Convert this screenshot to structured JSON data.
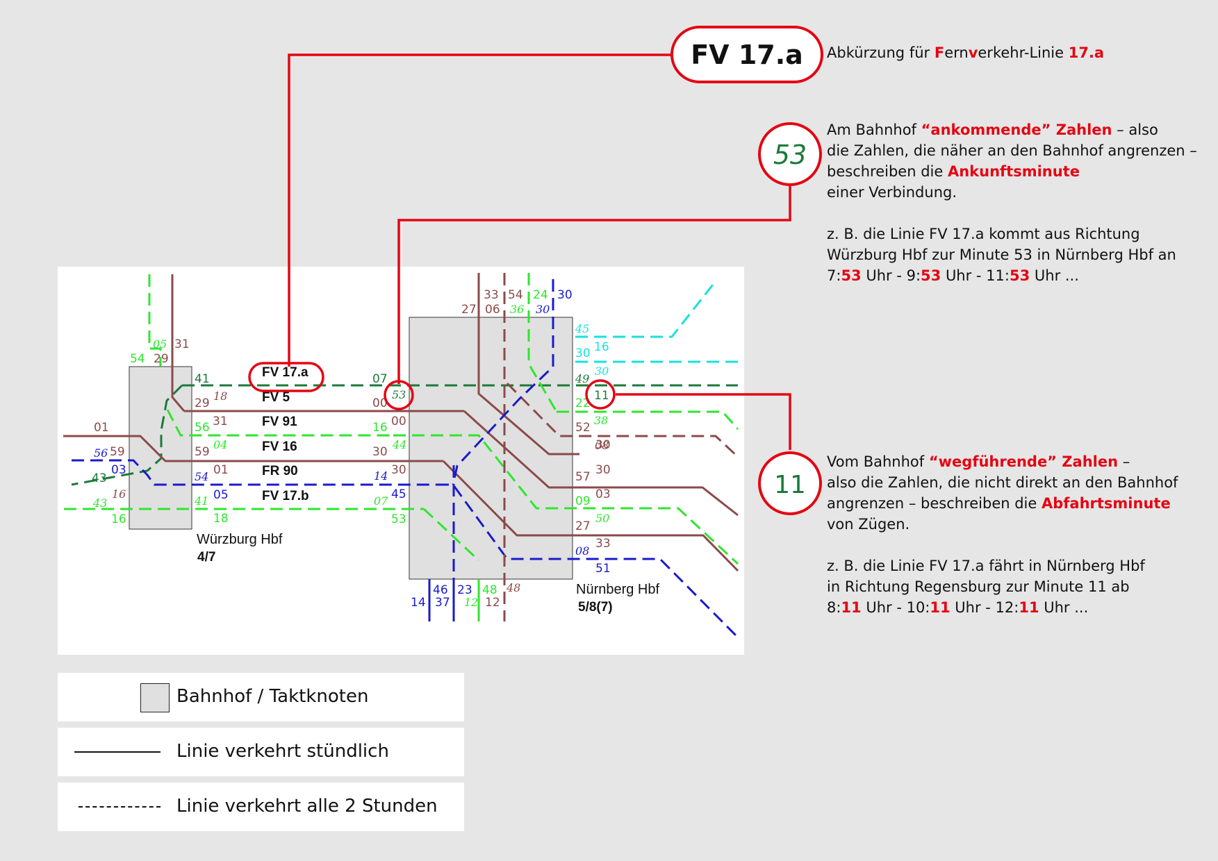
{
  "colors": {
    "brown": "#8b4a4a",
    "green": "#2ee62e",
    "dark_green": "#1b7a3a",
    "blue": "#1a1acc",
    "cyan": "#1ae0e0",
    "red": "#e30613",
    "station_fill": "#e0e0e0"
  },
  "callouts": {
    "fv17a": {
      "badge": "FV 17.a",
      "text_parts": [
        "Abkürzung für ",
        "F",
        "ern",
        "v",
        "erkehr-Linie ",
        "17.a"
      ]
    },
    "arrival": {
      "badge": "53",
      "para1": [
        [
          "Am Bahnhof ",
          "“ankommende” Zahlen",
          " – also"
        ],
        [
          "die Zahlen, die näher an den Bahnhof angrenzen –"
        ],
        [
          "beschreiben die ",
          "Ankunftsminute"
        ],
        [
          "einer Verbindung."
        ]
      ],
      "para2": [
        [
          "z. B. die Linie FV 17.a kommt aus Richtung"
        ],
        [
          "Würzburg Hbf zur Minute 53 in Nürnberg Hbf an"
        ],
        [
          "7:",
          "53",
          " Uhr - 9:",
          "53",
          " Uhr - 11:",
          "53",
          " Uhr ..."
        ]
      ]
    },
    "departure": {
      "badge": "11",
      "para1": [
        [
          "Vom Bahnhof ",
          "“wegführende” Zahlen",
          " –"
        ],
        [
          "also die Zahlen, die nicht direkt an den Bahnhof"
        ],
        [
          "angrenzen – beschreiben die ",
          "Abfahrtsminute"
        ],
        [
          "von Zügen."
        ]
      ],
      "para2": [
        [
          "z. B. die Linie FV 17.a fährt in Nürnberg Hbf"
        ],
        [
          "in Richtung Regensburg zur Minute 11 ab"
        ],
        [
          "8:",
          "11",
          " Uhr - 10:",
          "11",
          " Uhr - 12:",
          "11",
          " Uhr ..."
        ]
      ]
    }
  },
  "diagram": {
    "stations": {
      "wuerzburg": {
        "name": "Würzburg Hbf",
        "code": "4/7"
      },
      "nuernberg": {
        "name": "Nürnberg Hbf",
        "code": "5/8(7)"
      }
    },
    "line_names": [
      "FV 17.a",
      "FV 5",
      "FV 91",
      "FV 16",
      "FR 90",
      "FV 17.b"
    ],
    "minutes": [
      {
        "t": "05",
        "c": "green",
        "i": true
      },
      {
        "t": "31",
        "c": "brown",
        "i": false
      },
      {
        "t": "54",
        "c": "green",
        "i": false
      },
      {
        "t": "29",
        "c": "brown",
        "i": false
      },
      {
        "t": "41",
        "c": "dark_green",
        "i": false
      },
      {
        "t": "29",
        "c": "brown",
        "i": false
      },
      {
        "t": "18",
        "c": "brown",
        "i": true
      },
      {
        "t": "56",
        "c": "green",
        "i": false
      },
      {
        "t": "31",
        "c": "brown",
        "i": false
      },
      {
        "t": "59",
        "c": "brown",
        "i": false
      },
      {
        "t": "04",
        "c": "green",
        "i": true
      },
      {
        "t": "54",
        "c": "blue",
        "i": true
      },
      {
        "t": "01",
        "c": "brown",
        "i": false
      },
      {
        "t": "41",
        "c": "green",
        "i": true
      },
      {
        "t": "05",
        "c": "blue",
        "i": false
      },
      {
        "t": "18",
        "c": "green",
        "i": false
      },
      {
        "t": "01",
        "c": "brown",
        "i": false
      },
      {
        "t": "59",
        "c": "brown",
        "i": false
      },
      {
        "t": "56",
        "c": "blue",
        "i": true
      },
      {
        "t": "03",
        "c": "blue",
        "i": false
      },
      {
        "t": "43",
        "c": "dark_green",
        "i": false
      },
      {
        "t": "16",
        "c": "brown",
        "i": true
      },
      {
        "t": "43",
        "c": "green",
        "i": true
      },
      {
        "t": "16",
        "c": "green",
        "i": false
      },
      {
        "t": "07",
        "c": "dark_green",
        "i": false
      },
      {
        "t": "00",
        "c": "brown",
        "i": false
      },
      {
        "t": "00",
        "c": "brown",
        "i": false
      },
      {
        "t": "16",
        "c": "green",
        "i": false
      },
      {
        "t": "44",
        "c": "green",
        "i": true
      },
      {
        "t": "30",
        "c": "brown",
        "i": false
      },
      {
        "t": "14",
        "c": "blue",
        "i": true
      },
      {
        "t": "30",
        "c": "brown",
        "i": false
      },
      {
        "t": "07",
        "c": "green",
        "i": true
      },
      {
        "t": "45",
        "c": "blue",
        "i": false
      },
      {
        "t": "53",
        "c": "green",
        "i": false
      },
      {
        "t": "27",
        "c": "brown",
        "i": false
      },
      {
        "t": "33",
        "c": "brown",
        "i": false
      },
      {
        "t": "06",
        "c": "brown",
        "i": false
      },
      {
        "t": "54",
        "c": "brown",
        "i": false
      },
      {
        "t": "36",
        "c": "green",
        "i": true
      },
      {
        "t": "24",
        "c": "green",
        "i": false
      },
      {
        "t": "30",
        "c": "blue",
        "i": false
      },
      {
        "t": "30",
        "c": "blue",
        "i": true
      },
      {
        "t": "45",
        "c": "cyan",
        "i": true
      },
      {
        "t": "30",
        "c": "cyan",
        "i": false
      },
      {
        "t": "16",
        "c": "cyan",
        "i": false
      },
      {
        "t": "30",
        "c": "cyan",
        "i": true
      },
      {
        "t": "49",
        "c": "dark_green",
        "i": true
      },
      {
        "t": "22",
        "c": "green",
        "i": false
      },
      {
        "t": "38",
        "c": "green",
        "i": true
      },
      {
        "t": "52",
        "c": "brown",
        "i": false
      },
      {
        "t": "30",
        "c": "brown",
        "i": false
      },
      {
        "t": "08",
        "c": "brown",
        "i": true
      },
      {
        "t": "57",
        "c": "brown",
        "i": false
      },
      {
        "t": "30",
        "c": "brown",
        "i": false
      },
      {
        "t": "09",
        "c": "green",
        "i": false
      },
      {
        "t": "03",
        "c": "brown",
        "i": false
      },
      {
        "t": "50",
        "c": "green",
        "i": true
      },
      {
        "t": "27",
        "c": "brown",
        "i": false
      },
      {
        "t": "33",
        "c": "brown",
        "i": false
      },
      {
        "t": "08",
        "c": "blue",
        "i": true
      },
      {
        "t": "51",
        "c": "blue",
        "i": false
      },
      {
        "t": "46",
        "c": "blue",
        "i": false
      },
      {
        "t": "14",
        "c": "blue",
        "i": false
      },
      {
        "t": "23",
        "c": "blue",
        "i": false
      },
      {
        "t": "37",
        "c": "blue",
        "i": false
      },
      {
        "t": "48",
        "c": "green",
        "i": false
      },
      {
        "t": "12",
        "c": "green",
        "i": true
      },
      {
        "t": "48",
        "c": "brown",
        "i": true
      },
      {
        "t": "12",
        "c": "brown",
        "i": false
      }
    ],
    "highlight": {
      "arrival_minute": "53",
      "departure_minute": "11",
      "line_label": "FV 17.a"
    }
  },
  "legend": {
    "station": "Bahnhof / Taktknoten",
    "hourly": "Linie verkehrt stündlich",
    "two_hourly": "Linie verkehrt alle 2 Stunden"
  }
}
